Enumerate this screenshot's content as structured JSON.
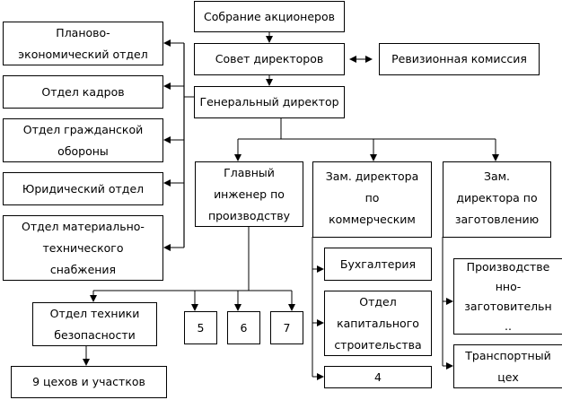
{
  "nodes": {
    "shareholders": "Собрание акционеров",
    "board": "Совет директоров",
    "audit": "Ревизионная комиссия",
    "general_director": "Генеральный директор",
    "planning": "Планово-\nэкономический отдел",
    "hr": "Отдел кадров",
    "civil_defense": "Отдел гражданской\nобороны",
    "legal": "Юридический отдел",
    "supply": "Отдел материально-\nтехнического\nснабжения",
    "chief_engineer": "Главный\nинженер по\nпроизводству",
    "deputy_commercial": "Зам. директора\nпо\nкоммерческим",
    "deputy_procurement": "Зам.\nдиректора по\nзаготовлению",
    "safety": "Отдел техники\nбезопасности",
    "workshops": "9 цехов и участков",
    "n5": "5",
    "n6": "6",
    "n7": "7",
    "accounting": "Бухгалтерия",
    "construction": "Отдел\nкапитального\nстроительства",
    "n4": "4",
    "production_procurement": "Производстве\nнно-\nзаготовительн\n..",
    "transport": "Транспортный\nцех"
  }
}
